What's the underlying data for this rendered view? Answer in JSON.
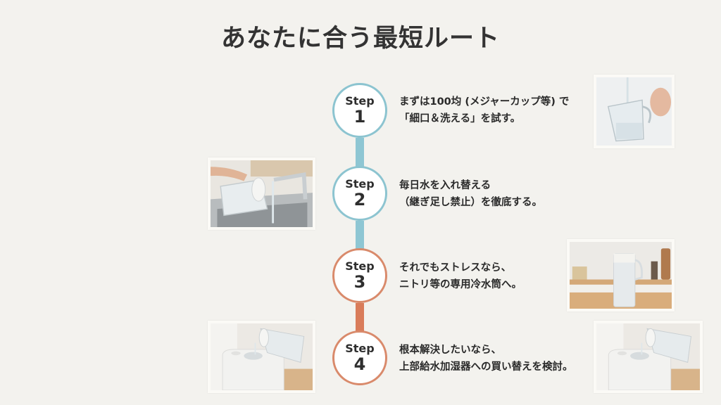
{
  "title": "あなたに合う最短ルート",
  "colors": {
    "background": "#f3f2ee",
    "teal": "#8cc4d0",
    "orange": "#d98a6b"
  },
  "steps": [
    {
      "label": "Step",
      "number": "1",
      "line1": "まずは100均 (メジャーカップ等) で",
      "line2": "「細口＆洗える」を試す。",
      "image": "measuring-cup-pour-photo"
    },
    {
      "label": "Step",
      "number": "2",
      "line1": "毎日水を入れ替える",
      "line2": "（継ぎ足し禁止）を徹底する。",
      "image": "pitcher-sink-fill-photo"
    },
    {
      "label": "Step",
      "number": "3",
      "line1": "それでもストレスなら、",
      "line2": "ニトリ等の専用冷水筒へ。",
      "image": "cold-water-pitcher-photo"
    },
    {
      "label": "Step",
      "number": "4",
      "line1": "根本解決したいなら、",
      "line2": "上部給水加湿器への買い替えを検討。",
      "image": "top-fill-humidifier-photo"
    }
  ]
}
